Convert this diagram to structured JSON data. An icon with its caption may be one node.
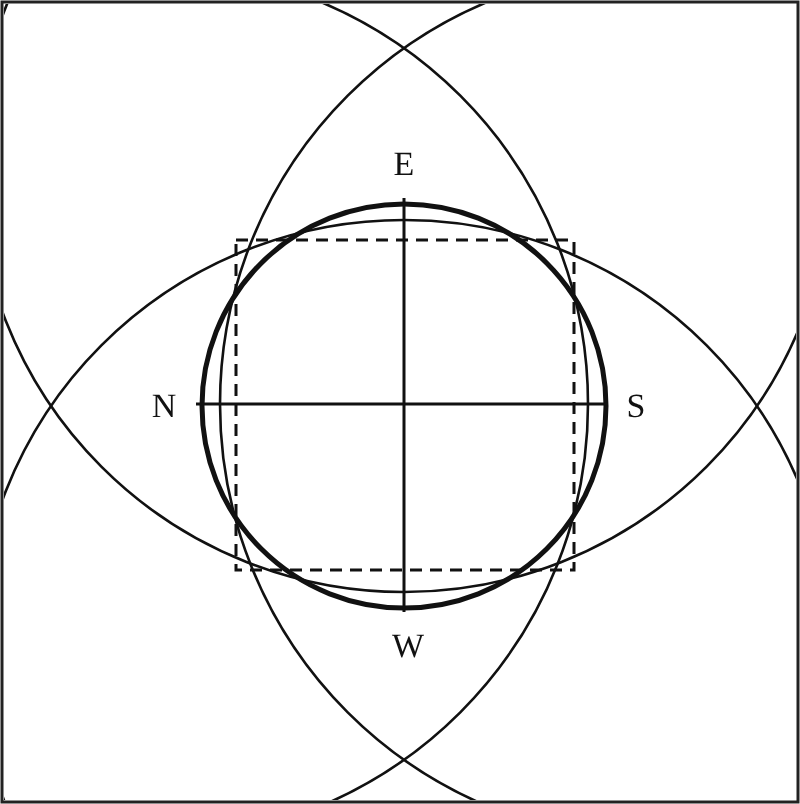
{
  "diagram": {
    "labels": [
      "E",
      "N",
      "S",
      "W"
    ]
  }
}
